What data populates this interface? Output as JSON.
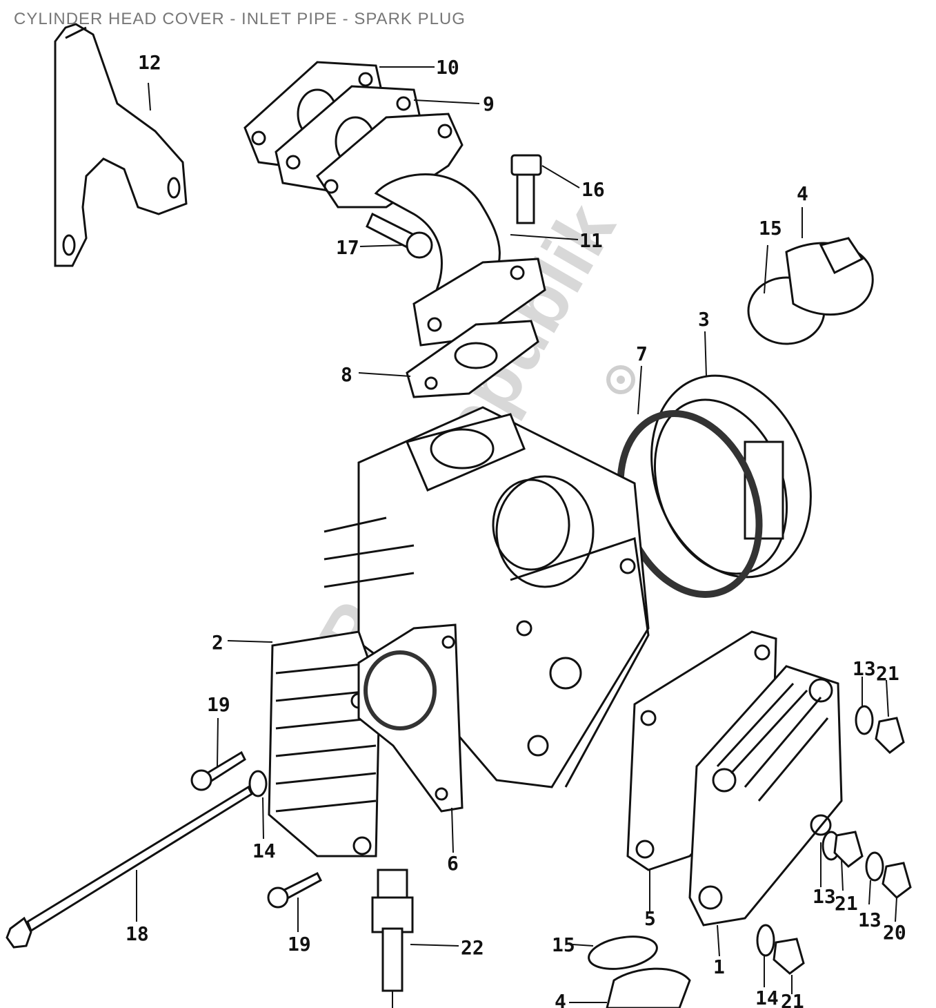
{
  "title": "CYLINDER HEAD COVER - INLET PIPE - SPARK PLUG",
  "watermark": "PartsRepublik",
  "colors": {
    "ink": "#111111",
    "title": "#777777",
    "watermark": "#d8d8d8"
  },
  "callouts": [
    {
      "id": "c12",
      "label": "12"
    },
    {
      "id": "c10",
      "label": "10"
    },
    {
      "id": "c9",
      "label": "9"
    },
    {
      "id": "c16",
      "label": "16"
    },
    {
      "id": "c17",
      "label": "17"
    },
    {
      "id": "c11",
      "label": "11"
    },
    {
      "id": "c4a",
      "label": "4"
    },
    {
      "id": "c15a",
      "label": "15"
    },
    {
      "id": "c3",
      "label": "3"
    },
    {
      "id": "c7",
      "label": "7"
    },
    {
      "id": "c8",
      "label": "8"
    },
    {
      "id": "c2",
      "label": "2"
    },
    {
      "id": "c19a",
      "label": "19"
    },
    {
      "id": "c14a",
      "label": "14"
    },
    {
      "id": "c18",
      "label": "18"
    },
    {
      "id": "c19b",
      "label": "19"
    },
    {
      "id": "c22",
      "label": "22"
    },
    {
      "id": "c6",
      "label": "6"
    },
    {
      "id": "c5",
      "label": "5"
    },
    {
      "id": "c1",
      "label": "1"
    },
    {
      "id": "c13a",
      "label": "13"
    },
    {
      "id": "c21a",
      "label": "21"
    },
    {
      "id": "c13b",
      "label": "13"
    },
    {
      "id": "c21b",
      "label": "21"
    },
    {
      "id": "c13c",
      "label": "13"
    },
    {
      "id": "c20",
      "label": "20"
    },
    {
      "id": "c15b",
      "label": "15"
    },
    {
      "id": "c4b",
      "label": "4"
    },
    {
      "id": "c14b",
      "label": "14"
    },
    {
      "id": "c21c",
      "label": "21"
    }
  ]
}
